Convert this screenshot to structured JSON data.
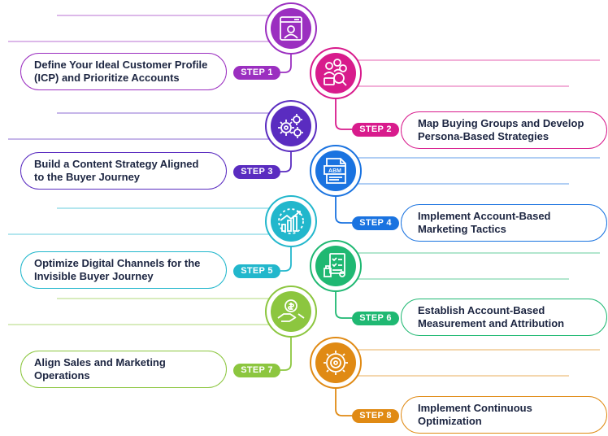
{
  "steps": [
    {
      "badge": "STEP 1",
      "title": "Define Your Ideal Customer Profile (ICP) and Prioritize Accounts",
      "color": "#9b2fc0",
      "icon": "customer-profile-icon"
    },
    {
      "badge": "STEP 2",
      "title": "Map Buying Groups and Develop Persona-Based Strategies",
      "color": "#d81b8c",
      "icon": "buying-group-icon"
    },
    {
      "badge": "STEP 3",
      "title": "Build a Content Strategy Aligned to the Buyer Journey",
      "color": "#5a2cc0",
      "icon": "gears-icon"
    },
    {
      "badge": "STEP 4",
      "title": "Implement Account-Based Marketing Tactics",
      "color": "#1a73e0",
      "icon": "abm-document-icon",
      "icon_label": "ABM"
    },
    {
      "badge": "STEP 5",
      "title": "Optimize Digital Channels for the Invisible Buyer Journey",
      "color": "#22b7cc",
      "icon": "growth-chart-icon"
    },
    {
      "badge": "STEP 6",
      "title": "Establish Account-Based Measurement and Attribution",
      "color": "#1fb872",
      "icon": "checklist-icon"
    },
    {
      "badge": "STEP 7",
      "title": "Align Sales and Marketing Operations",
      "color": "#8cc63f",
      "icon": "handshake-money-icon"
    },
    {
      "badge": "STEP 8",
      "title": "Implement Continuous Optimization",
      "color": "#e08a14",
      "icon": "optimization-gear-icon"
    }
  ]
}
